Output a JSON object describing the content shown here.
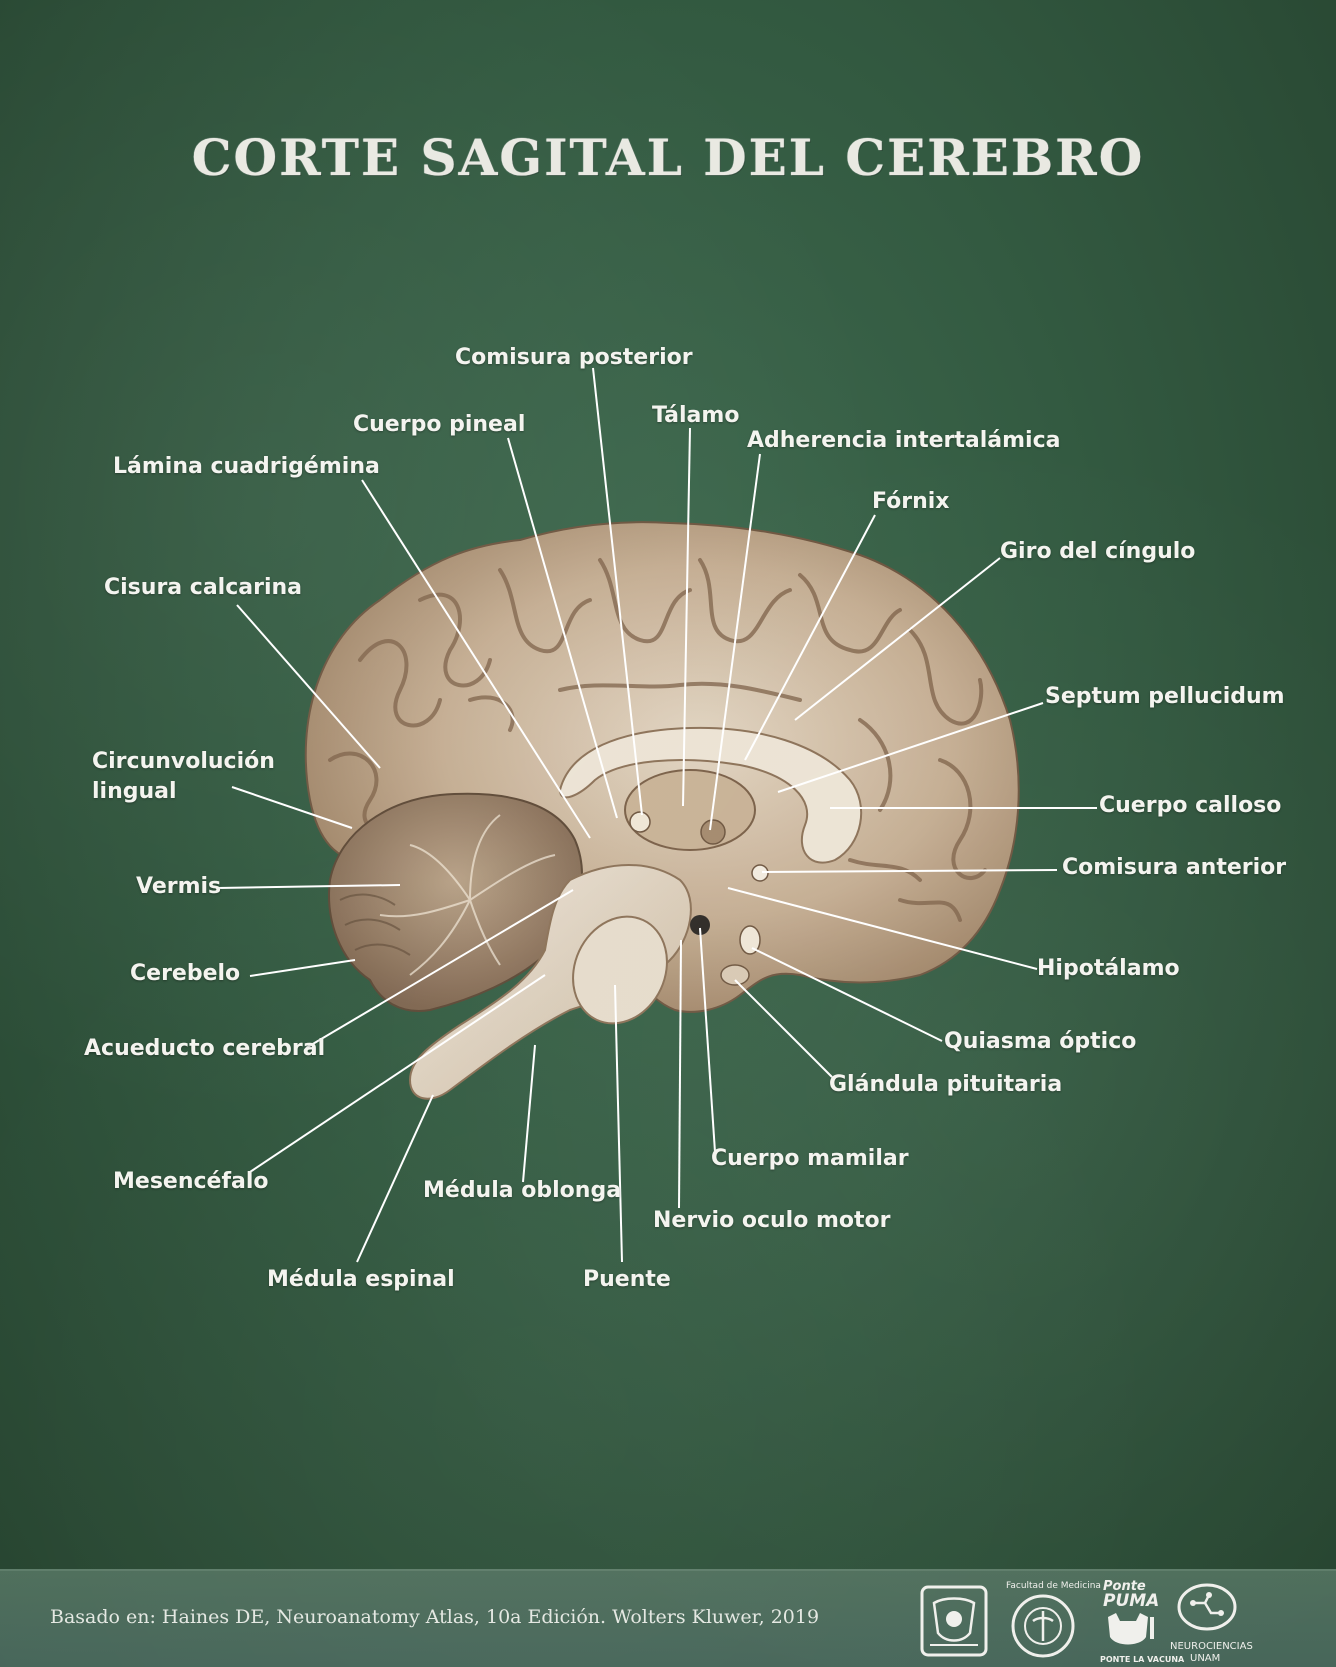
{
  "title": "CORTE SAGITAL DEL CEREBRO",
  "labels": {
    "comisura_posterior": "Comisura posterior",
    "cuerpo_pineal": "Cuerpo pineal",
    "talamo": "Tálamo",
    "adherencia": "Adherencia intertalámica",
    "lamina": "Lámina cuadrigémina",
    "fornix": "Fórnix",
    "giro_cingulo": "Giro del cíngulo",
    "cisura_calcarina": "Cisura calcarina",
    "septum": "Septum pellucidum",
    "circunvolucion_1": "Circunvolución",
    "circunvolucion_2": "lingual",
    "cuerpo_calloso": "Cuerpo calloso",
    "comisura_anterior": "Comisura anterior",
    "vermis": "Vermis",
    "hipotalamo": "Hipotálamo",
    "cerebelo": "Cerebelo",
    "quiasma": "Quiasma óptico",
    "acueducto": "Acueducto cerebral",
    "pituitaria": "Glándula pituitaria",
    "cuerpo_mamilar": "Cuerpo mamilar",
    "mesencefalo": "Mesencéfalo",
    "medula_oblonga": "Médula oblonga",
    "nervio_oculo": "Nervio oculo motor",
    "medula_espinal": "Médula espinal",
    "puente": "Puente"
  },
  "footer": {
    "credit": "Basado en: Haines DE, Neuroanatomy Atlas, 10a Edición. Wolters Kluwer, 2019",
    "logo_medicina": "Facultad de Medicina",
    "logo_puma_1": "Ponte",
    "logo_puma_2": "PUMA",
    "logo_puma_3": "PONTE LA VACUNA",
    "logo_neuro_1": "NEUROCIENCIAS",
    "logo_neuro_2": "UNAM"
  },
  "colors": {
    "board": "#335a41",
    "brain_light": "#d8c9b3",
    "brain_mid": "#b49b80",
    "brain_dark": "#7a6048",
    "label": "#f4f4ef"
  }
}
